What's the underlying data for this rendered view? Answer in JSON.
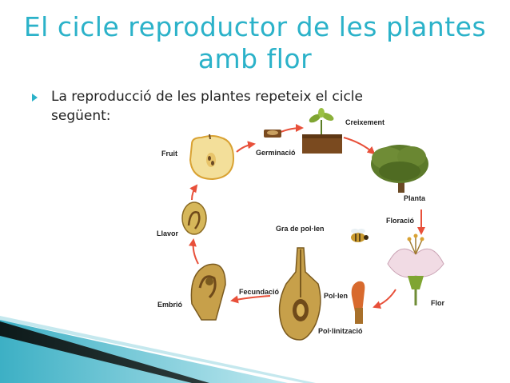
{
  "slide": {
    "title_line1": "El cicle reproductor de les plantes",
    "title_line2": "amb flor",
    "bullet_text_line1": "La reproducció de les plantes repeteix el cicle",
    "bullet_text_line2": "següent:"
  },
  "diagram": {
    "labels": {
      "creixement": "Creixement",
      "germinacio": "Germinació",
      "fruit": "Fruit",
      "planta": "Planta",
      "floracio": "Floració",
      "gra_de_pollen": "Gra de pol·len",
      "llavor": "Llavor",
      "flor": "Flor",
      "pollen": "Pol·len",
      "fecundacio": "Fecundació",
      "embrio": "Embrió",
      "pollinitzacio": "Pol·linització"
    },
    "colors": {
      "title": "#2bb2c9",
      "arrow": "#e8503a",
      "accent_dark": "#1a2a2a",
      "accent_teal": "#2bb2c9"
    }
  }
}
